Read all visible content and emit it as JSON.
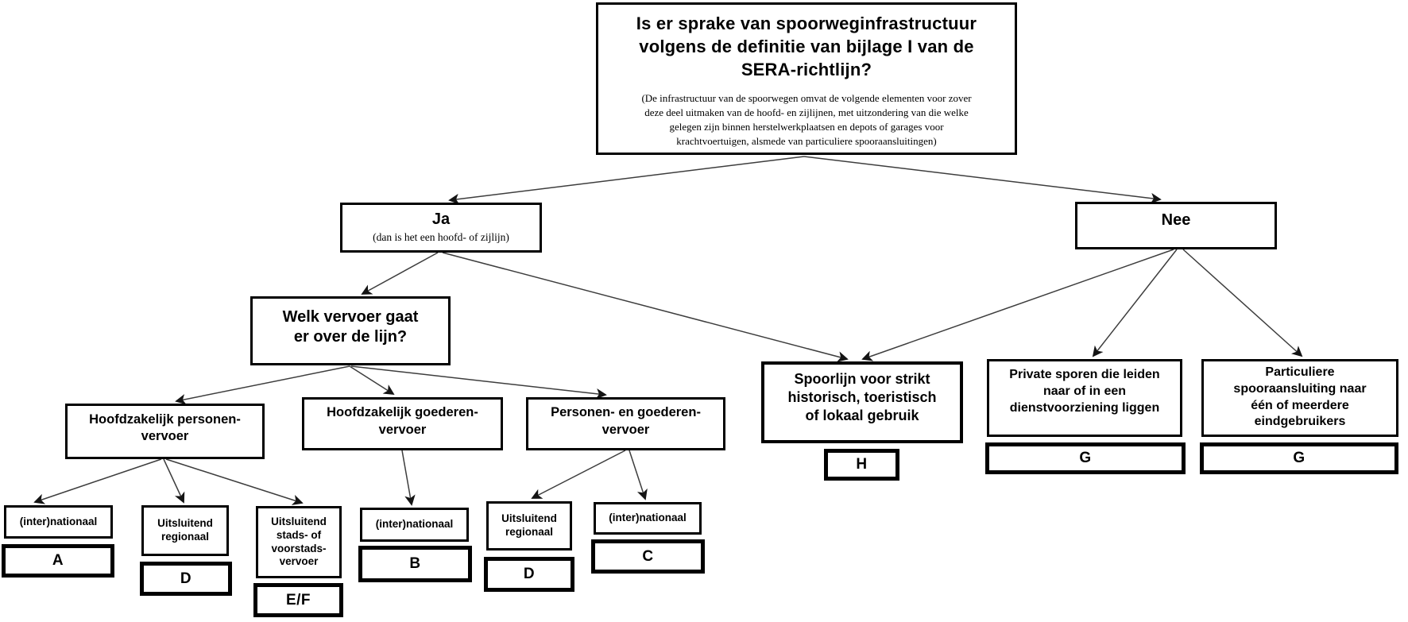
{
  "diagram_type": "decision-flowchart",
  "language": "nl",
  "colors": {
    "background": "#ffffff",
    "box_border": "#000000",
    "text": "#000000",
    "arrow_line": "#3d3d3d"
  },
  "nodes": {
    "question_root": {
      "title": "Is er sprake van spoorweginfrastructuur\nvolgens de definitie van bijlage I van de\nSERA-richtlijn?",
      "note": "(De infrastructuur van de spoorwegen omvat de volgende elementen voor zover\ndeze deel uitmaken van de hoofd- en zijlijnen, met uitzondering van die welke\ngelegen zijn binnen herstelwerkplaatsen en depots of garages voor\nkrachtvoertuigen, alsmede van particuliere spooraansluitingen)"
    },
    "ja": {
      "title": "Ja",
      "note": "(dan is het een hoofd- of zijlijn)"
    },
    "nee": {
      "title": "Nee"
    },
    "welk_vervoer": {
      "title": "Welk vervoer gaat\ner over de lijn?"
    },
    "hoofdzakelijk_personen": {
      "title": "Hoofdzakelijk personen-\nvervoer"
    },
    "hoofdzakelijk_goederen": {
      "title": "Hoofdzakelijk goederen-\nvervoer"
    },
    "personen_en_goederen": {
      "title": "Personen- en goederen-\nvervoer"
    },
    "spoorlijn_historisch": {
      "title": "Spoorlijn voor strikt\nhistorisch, toeristisch\nof lokaal gebruik",
      "result": "H"
    },
    "private_sporen": {
      "title": "Private sporen die leiden\nnaar of in een\ndienstvoorziening liggen",
      "result": "G"
    },
    "particuliere_aansluiting": {
      "title": "Particuliere\nspooraansluiting naar\néén of meerdere\neindgebruikers",
      "result": "G"
    },
    "internationaal_a": {
      "title": "(inter)nationaal",
      "result": "A"
    },
    "uitsluitend_regionaal_1": {
      "title": "Uitsluitend\nregionaal",
      "result": "D"
    },
    "stads_voorstads": {
      "title": "Uitsluitend\nstads- of\nvoorstads-\nvervoer",
      "result": "E/F"
    },
    "internationaal_b": {
      "title": "(inter)nationaal",
      "result": "B"
    },
    "uitsluitend_regionaal_2": {
      "title": "Uitsluitend\nregionaal",
      "result": "D"
    },
    "internationaal_c": {
      "title": "(inter)nationaal",
      "result": "C"
    }
  },
  "edges": [
    {
      "from": "question_root",
      "to": "ja"
    },
    {
      "from": "question_root",
      "to": "nee"
    },
    {
      "from": "ja",
      "to": "welk_vervoer"
    },
    {
      "from": "ja",
      "to": "spoorlijn_historisch"
    },
    {
      "from": "nee",
      "to": "spoorlijn_historisch"
    },
    {
      "from": "nee",
      "to": "private_sporen"
    },
    {
      "from": "nee",
      "to": "particuliere_aansluiting"
    },
    {
      "from": "welk_vervoer",
      "to": "hoofdzakelijk_personen"
    },
    {
      "from": "welk_vervoer",
      "to": "hoofdzakelijk_goederen"
    },
    {
      "from": "welk_vervoer",
      "to": "personen_en_goederen"
    },
    {
      "from": "hoofdzakelijk_personen",
      "to": "internationaal_a"
    },
    {
      "from": "hoofdzakelijk_personen",
      "to": "uitsluitend_regionaal_1"
    },
    {
      "from": "hoofdzakelijk_personen",
      "to": "stads_voorstads"
    },
    {
      "from": "hoofdzakelijk_goederen",
      "to": "internationaal_b"
    },
    {
      "from": "personen_en_goederen",
      "to": "uitsluitend_regionaal_2"
    },
    {
      "from": "personen_en_goederen",
      "to": "internationaal_c"
    }
  ]
}
